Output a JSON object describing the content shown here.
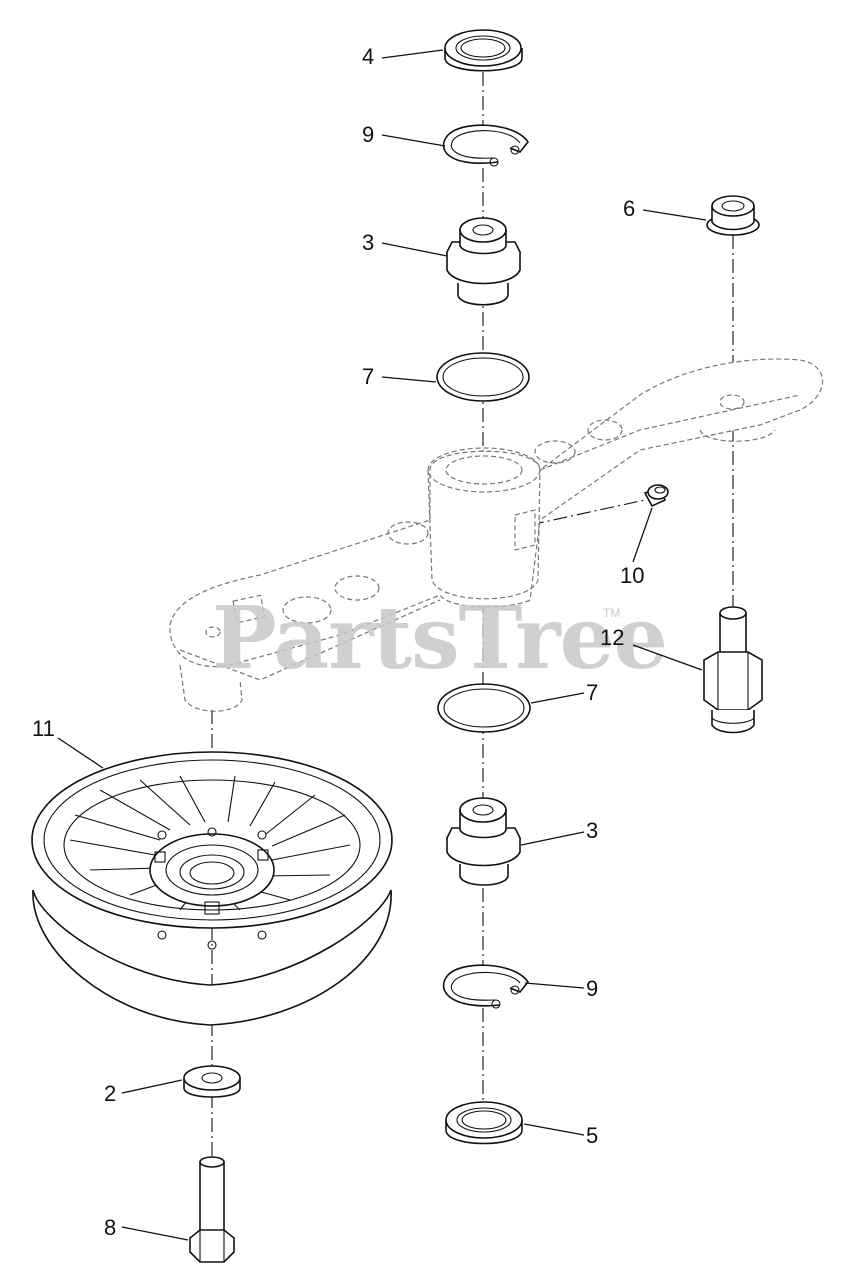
{
  "watermark": {
    "text": "PartsTree",
    "trademark": "TM"
  },
  "callouts": [
    {
      "id": "c4",
      "label": "4"
    },
    {
      "id": "c9a",
      "label": "9"
    },
    {
      "id": "c3a",
      "label": "3"
    },
    {
      "id": "c6",
      "label": "6"
    },
    {
      "id": "c7a",
      "label": "7"
    },
    {
      "id": "c10",
      "label": "10"
    },
    {
      "id": "c12",
      "label": "12"
    },
    {
      "id": "c11",
      "label": "11"
    },
    {
      "id": "c7b",
      "label": "7"
    },
    {
      "id": "c3b",
      "label": "3"
    },
    {
      "id": "c9b",
      "label": "9"
    },
    {
      "id": "c2",
      "label": "2"
    },
    {
      "id": "c5",
      "label": "5"
    },
    {
      "id": "c8",
      "label": "8"
    }
  ]
}
